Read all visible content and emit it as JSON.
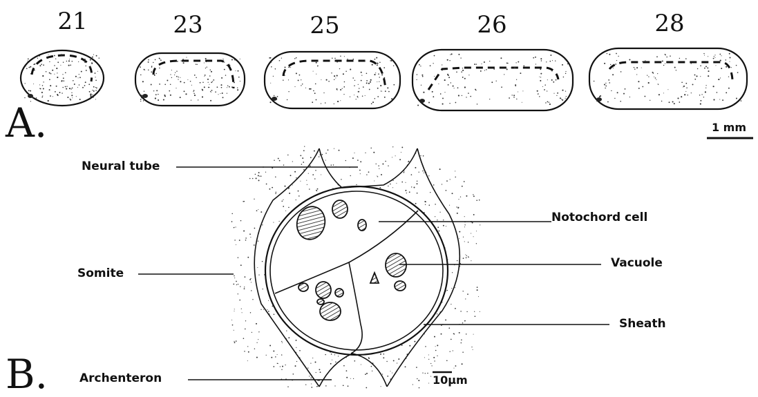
{
  "panel_a": {
    "letter": "A.",
    "stages": [
      "21",
      "23",
      "25",
      "26",
      "28"
    ],
    "scale_label": "1 mm"
  },
  "panel_b": {
    "letter": "B.",
    "labels": {
      "neural_tube": "Neural tube",
      "notochord_cell": "Notochord cell",
      "vacuole": "Vacuole",
      "somite": "Somite",
      "sheath": "Sheath",
      "archenteron": "Archenteron"
    },
    "scale_label": "10µm"
  }
}
